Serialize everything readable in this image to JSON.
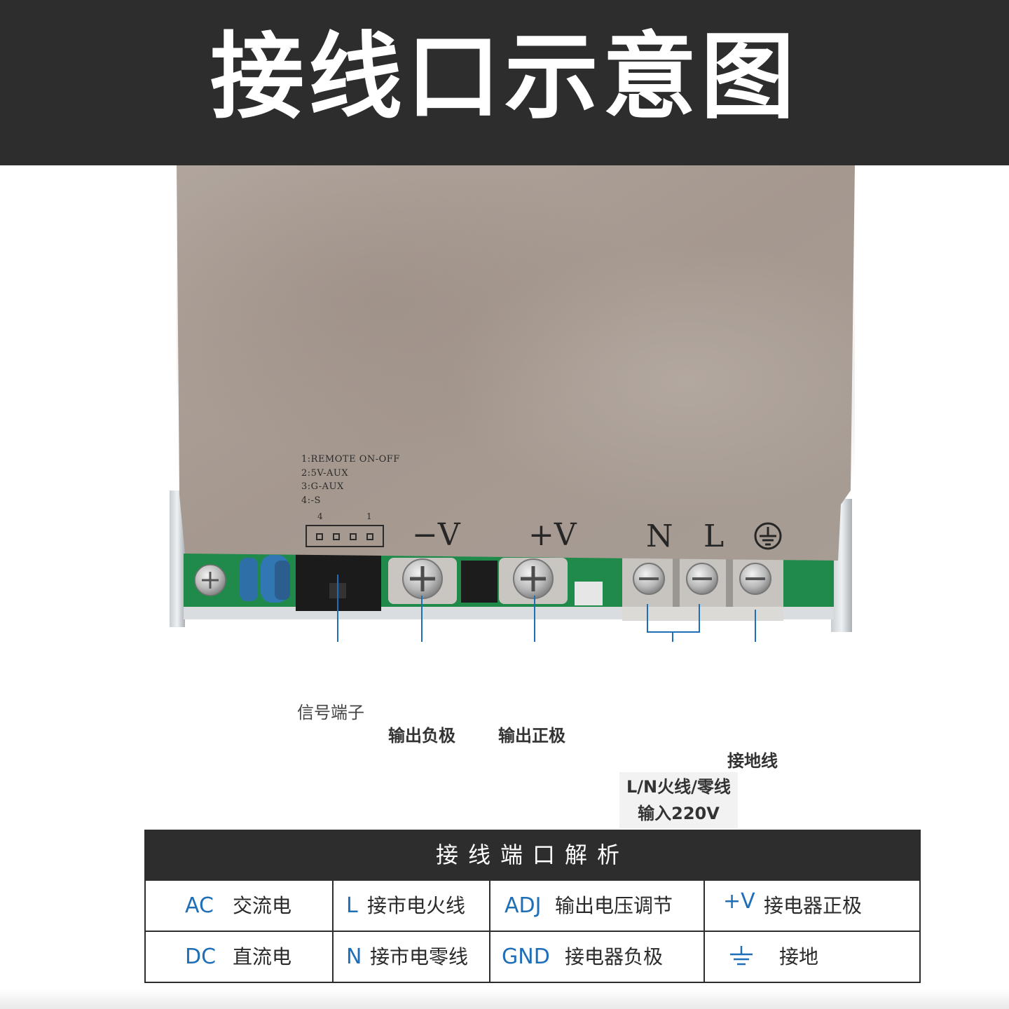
{
  "header": {
    "title": "接线口示意图"
  },
  "signal_header": {
    "lines": [
      "1:REMOTE ON-OFF",
      "2:5V-AUX",
      "3:G-AUX",
      "4:-S"
    ],
    "pin_left": "4",
    "pin_right": "1"
  },
  "terminals": {
    "neg_v": "−V",
    "pos_v": "+V",
    "n": "N",
    "l": "L",
    "ground_symbol": "ground-symbol"
  },
  "callouts": {
    "signal": "信号端子",
    "out_neg": "输出负极",
    "out_pos": "输出正极",
    "ground": "接地线",
    "input_line1": "L/N火线/零线",
    "input_line2": "输入220V"
  },
  "table": {
    "title": "接线端口解析",
    "rows": [
      [
        {
          "code": "AC",
          "desc": "交流电"
        },
        {
          "code": "L",
          "desc": "接市电火线"
        },
        {
          "code": "ADJ",
          "desc": "输出电压调节"
        },
        {
          "code": "+V",
          "desc": "接电器正极"
        }
      ],
      [
        {
          "code": "DC",
          "desc": "直流电"
        },
        {
          "code": "N",
          "desc": "接市电零线"
        },
        {
          "code": "GND",
          "desc": "接电器负极"
        },
        {
          "code": "",
          "desc": "接地",
          "icon": "ground-icon"
        }
      ]
    ]
  },
  "colors": {
    "header_bg": "#2d2d2d",
    "cover": "#a89b92",
    "pcb": "#1f8a4a",
    "arrow": "#1f6fb8",
    "code_text": "#1f6fb8"
  }
}
